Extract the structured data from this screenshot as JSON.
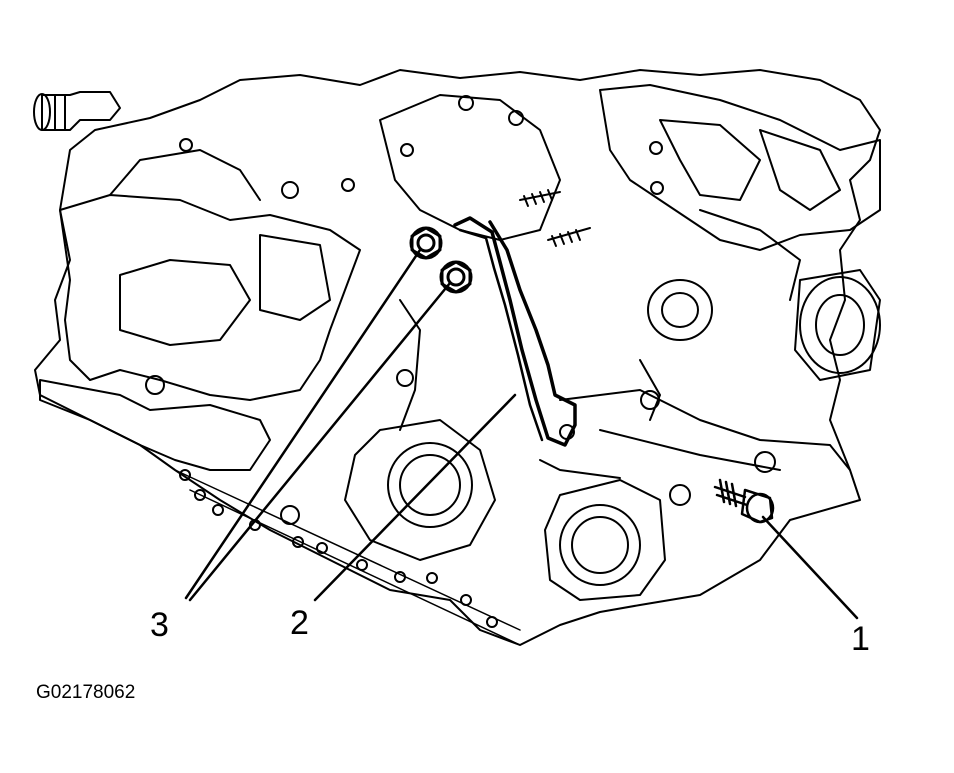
{
  "figure": {
    "figure_id": "G02178062",
    "callouts": [
      {
        "number": "3",
        "target_count": 2
      },
      {
        "number": "2",
        "target_count": 1
      },
      {
        "number": "1",
        "target_count": 1
      }
    ]
  },
  "colors": {
    "ink": "#000000",
    "paper": "#ffffff"
  }
}
